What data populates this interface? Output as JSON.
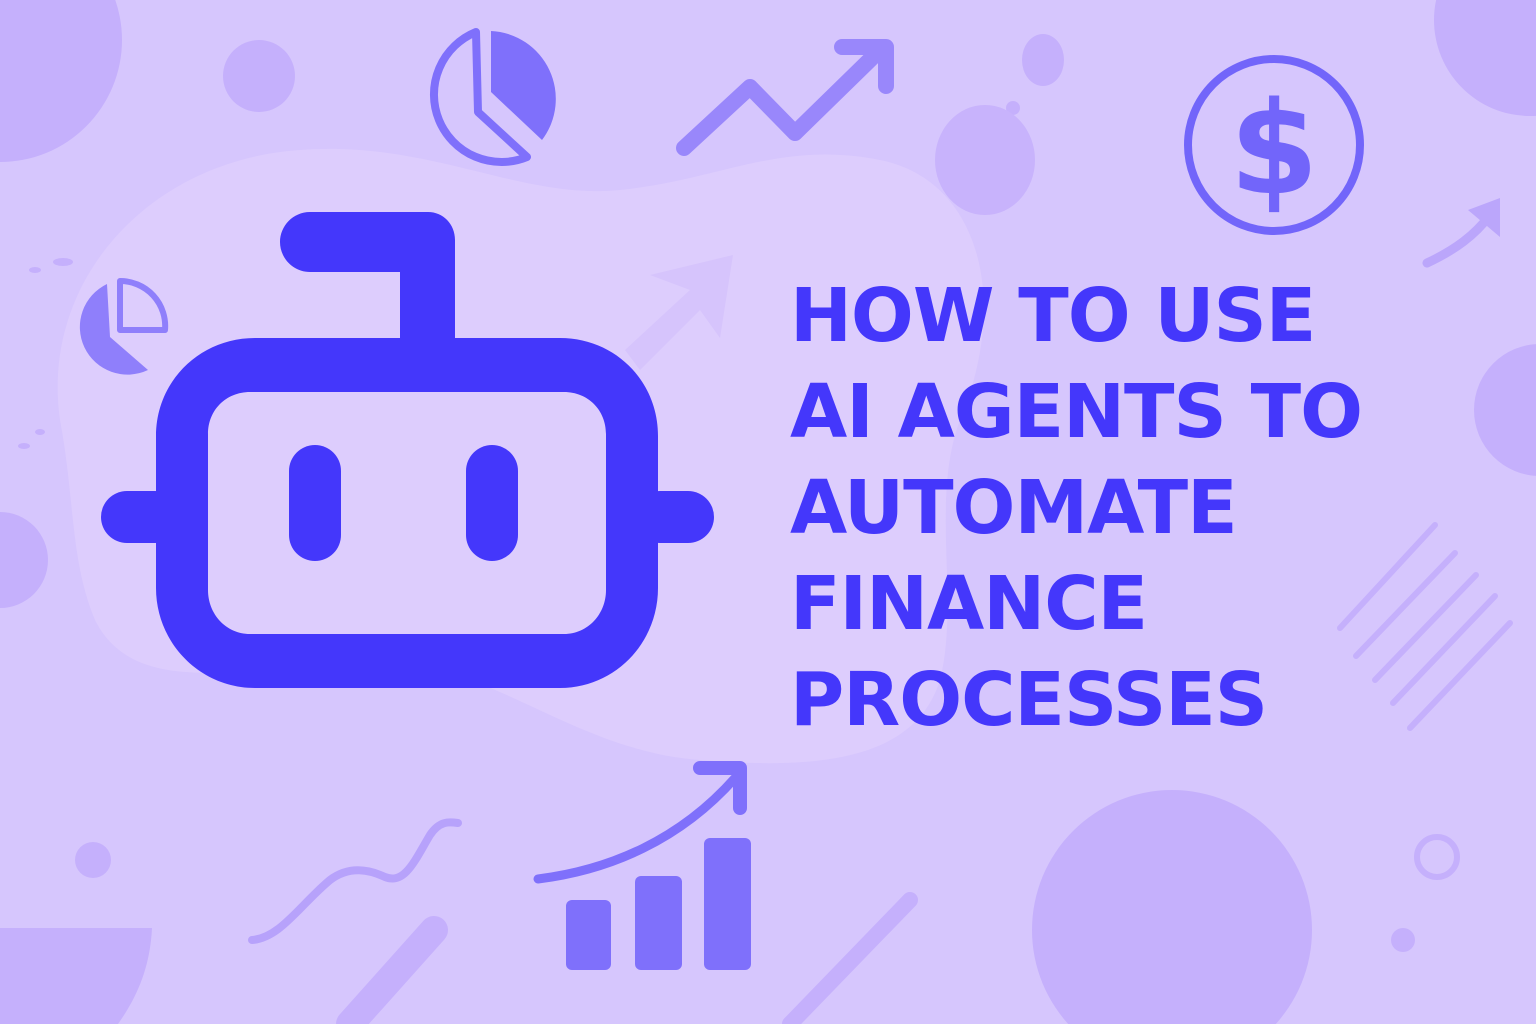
{
  "headline": {
    "lines": [
      "HOW TO USE",
      "AI AGENTS TO",
      "AUTOMATE",
      "FINANCE",
      "PROCESSES"
    ]
  },
  "colors": {
    "background": "#d6c6fd",
    "blob_light": "#ddcdfd",
    "shape_mid": "#c5b0fc",
    "icon_primary": "#4437fb",
    "icon_secondary": "#7f70fb"
  },
  "illustrations": {
    "hero_icon": "robot-icon",
    "decorations": [
      "pie-chart-icon",
      "trend-arrow-icon",
      "dollar-coin-icon",
      "bar-chart-growth-icon",
      "small-pie-chart-icon",
      "curved-arrow-icon"
    ]
  }
}
